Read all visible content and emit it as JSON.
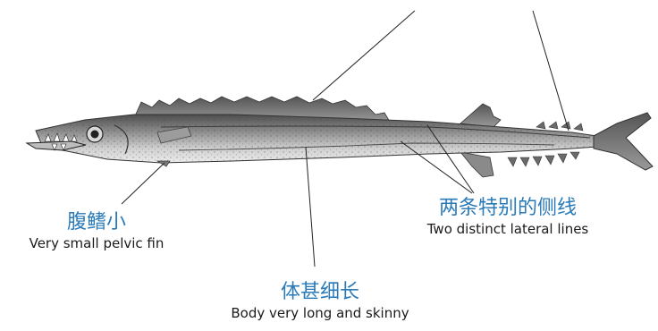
{
  "annotations": {
    "pelvic_fin": {
      "zh": "腹鳍小",
      "en": "Very small pelvic fin"
    },
    "lateral_lines": {
      "zh": "两条特别的侧线",
      "en": "Two distinct lateral lines"
    },
    "body": {
      "zh": "体甚细长",
      "en": "Body very long and skinny"
    }
  },
  "colors": {
    "label_zh": "#2a7ab8",
    "label_en": "#1a1a1a",
    "leader_line": "#222222",
    "fish_back": "#6f6f6f",
    "fish_belly": "#e4e4e4"
  }
}
